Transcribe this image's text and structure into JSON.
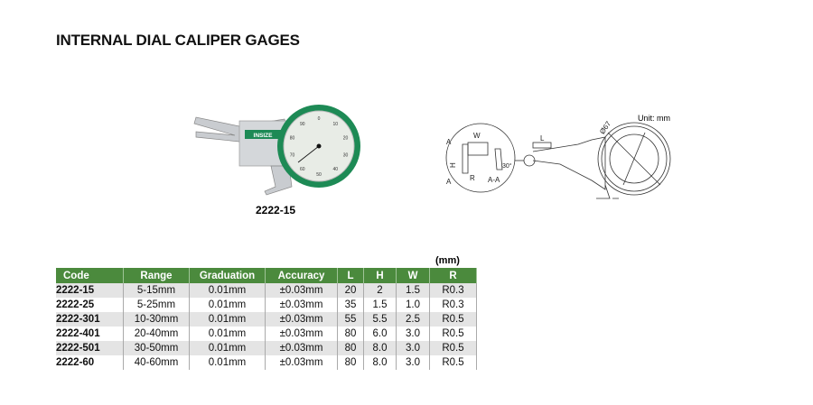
{
  "title": "INTERNAL DIAL CALIPER GAGES",
  "product_caption": "2222-15",
  "unit_label": "Unit: mm",
  "table_unit": "(mm)",
  "table": {
    "headers": [
      "Code",
      "Range",
      "Graduation",
      "Accuracy",
      "L",
      "H",
      "W",
      "R"
    ],
    "rows": [
      [
        "2222-15",
        "5-15mm",
        "0.01mm",
        "±0.03mm",
        "20",
        "2",
        "1.5",
        "R0.3"
      ],
      [
        "2222-25",
        "5-25mm",
        "0.01mm",
        "±0.03mm",
        "35",
        "1.5",
        "1.0",
        "R0.3"
      ],
      [
        "2222-301",
        "10-30mm",
        "0.01mm",
        "±0.03mm",
        "55",
        "5.5",
        "2.5",
        "R0.5"
      ],
      [
        "2222-401",
        "20-40mm",
        "0.01mm",
        "±0.03mm",
        "80",
        "6.0",
        "3.0",
        "R0.5"
      ],
      [
        "2222-501",
        "30-50mm",
        "0.01mm",
        "±0.03mm",
        "80",
        "8.0",
        "3.0",
        "R0.5"
      ],
      [
        "2222-60",
        "40-60mm",
        "0.01mm",
        "±0.03mm",
        "80",
        "8.0",
        "3.0",
        "R0.5"
      ]
    ]
  },
  "photo": {
    "brand": "INSIZE",
    "dial_numbers": [
      "0",
      "10",
      "20",
      "30",
      "40",
      "50",
      "60",
      "70",
      "80",
      "90"
    ]
  },
  "drawing": {
    "labels": [
      "A",
      "W",
      "H",
      "R",
      "A",
      "A-A",
      "30°",
      "L",
      "Ø67"
    ]
  },
  "colors": {
    "header_green": "#4b8a3d",
    "dial_green": "#1d8a55"
  }
}
